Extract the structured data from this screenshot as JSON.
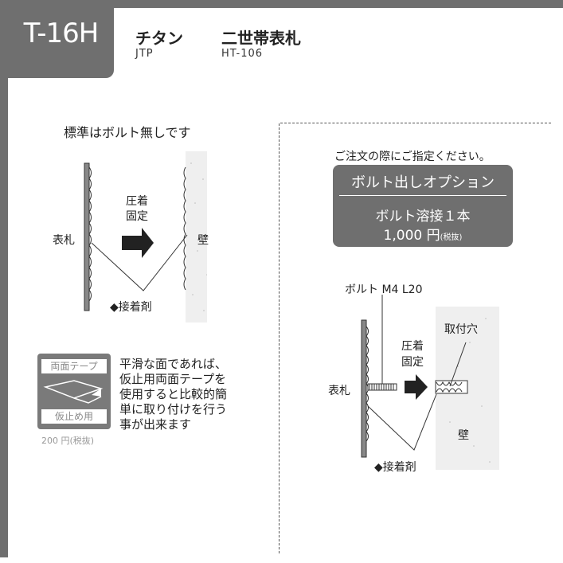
{
  "header": {
    "code": "T-16H",
    "material": "チタン",
    "material_code": "JTP",
    "product": "二世帯表札",
    "product_code": "HT-106"
  },
  "left": {
    "heading": "標準はボルト無しです",
    "nameplate_label": "表札",
    "wall_label": "壁",
    "press_label_1": "圧着",
    "press_label_2": "固定",
    "adhesive_label": "◆接着剤",
    "tape": {
      "top_label": "両面テープ",
      "bottom_label": "仮止め用",
      "price": "200 円(税抜)"
    },
    "tape_note": [
      "平滑な面であれば、",
      "仮止用両面テープを",
      "使用すると比較的簡",
      "単に取り付けを行う",
      "事が出来ます"
    ]
  },
  "right": {
    "order_note": "ご注文の際にご指定ください。",
    "option": {
      "title": "ボルト出しオプション",
      "line1": "ボルト溶接１本",
      "price": "1,000 円",
      "price_note": "(税抜)"
    },
    "bolt_label": "ボルト M4 L20",
    "hole_label": "取付穴",
    "press_label_1": "圧着",
    "press_label_2": "固定",
    "nameplate_label": "表札",
    "wall_label": "壁",
    "adhesive_label": "◆接着剤"
  },
  "colors": {
    "frame": "#6f6f6f",
    "wall": "#efefef",
    "text": "#222222"
  }
}
